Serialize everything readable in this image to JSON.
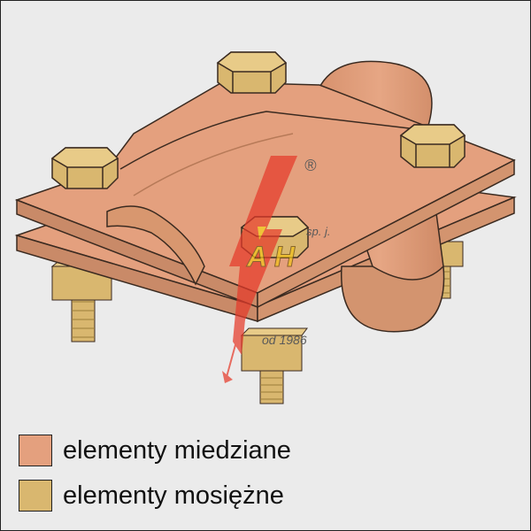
{
  "legend": {
    "items": [
      {
        "label": "elementy miedziane",
        "color": "#e4a07e"
      },
      {
        "label": "elementy mosiężne",
        "color": "#d9b76f"
      }
    ]
  },
  "watermark": {
    "registered": "®",
    "company_suffix": "sp. j.",
    "since": "od 1986"
  },
  "colors": {
    "copper": "#e4a07e",
    "copper_dark": "#c98a68",
    "brass": "#d9b76f",
    "brass_dark": "#b8984f",
    "background": "#ebebeb",
    "outline": "#3a2a20",
    "logo_red": "#e63a2a",
    "logo_yellow": "#f3c21b"
  }
}
